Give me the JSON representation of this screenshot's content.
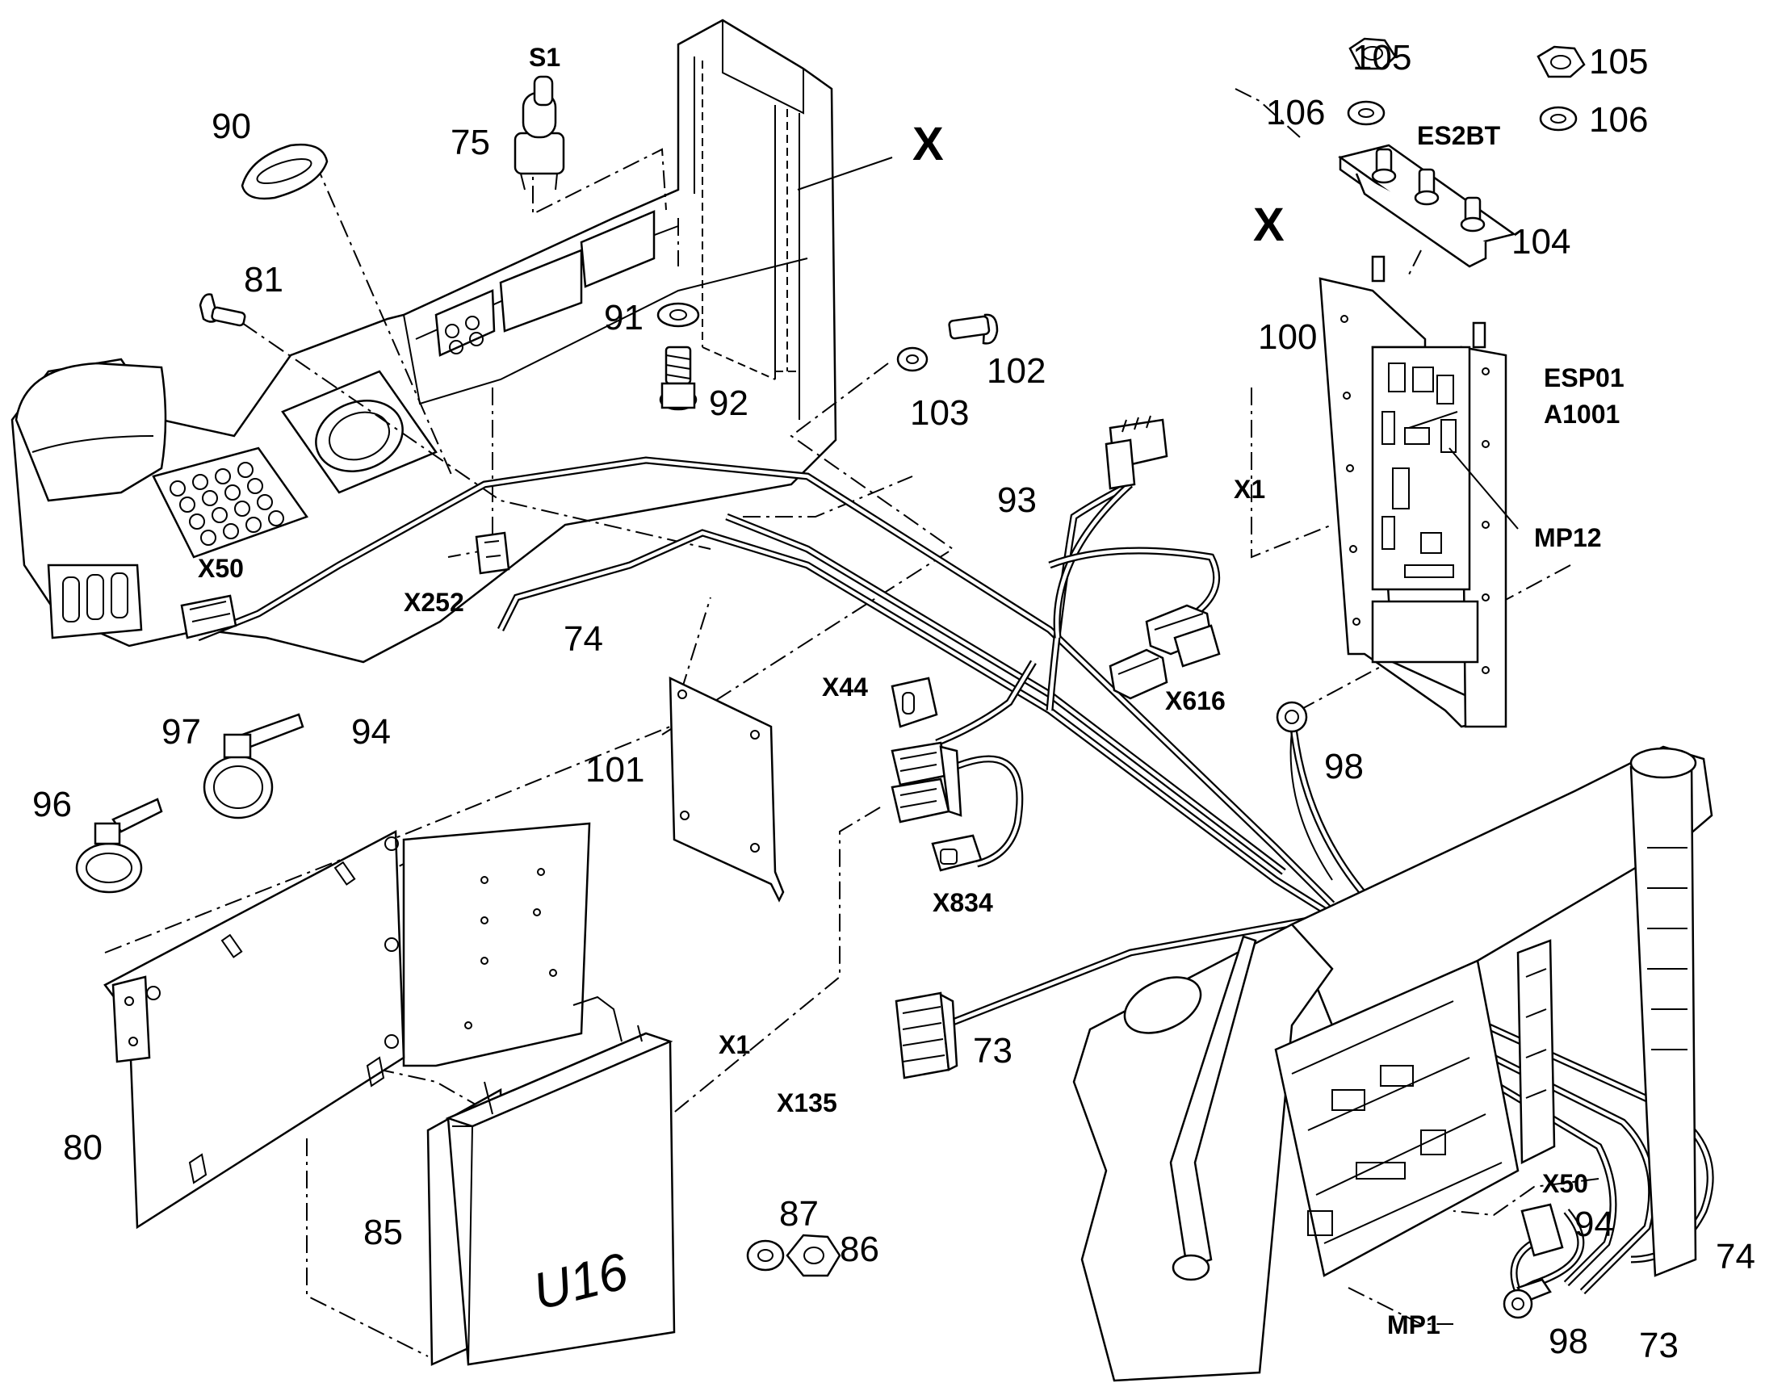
{
  "diagram": {
    "part_numbers": {
      "p73a": "73",
      "p73b": "73",
      "p74a": "74",
      "p74b": "74",
      "p75": "75",
      "p80": "80",
      "p81": "81",
      "p85": "85",
      "p86": "86",
      "p87": "87",
      "p90": "90",
      "p91": "91",
      "p92": "92",
      "p93": "93",
      "p94a": "94",
      "p94b": "94",
      "p96": "96",
      "p97": "97",
      "p98a": "98",
      "p98b": "98",
      "p100": "100",
      "p101": "101",
      "p102": "102",
      "p103": "103",
      "p104": "104",
      "p105a": "105",
      "p105b": "105",
      "p106a": "106",
      "p106b": "106"
    },
    "connectors": {
      "s1": "S1",
      "x50a": "X50",
      "x50b": "X50",
      "x252": "X252",
      "x44": "X44",
      "x834": "X834",
      "x616": "X616",
      "x135": "X135",
      "x1a": "X1",
      "x1b": "X1",
      "mp1": "MP1",
      "mp12": "MP12",
      "es2bt": "ES2BT",
      "esp01": "ESP01",
      "a1001": "A1001"
    },
    "view_markers": {
      "xa": "X",
      "xb": "X"
    },
    "unit_label": "U16"
  }
}
